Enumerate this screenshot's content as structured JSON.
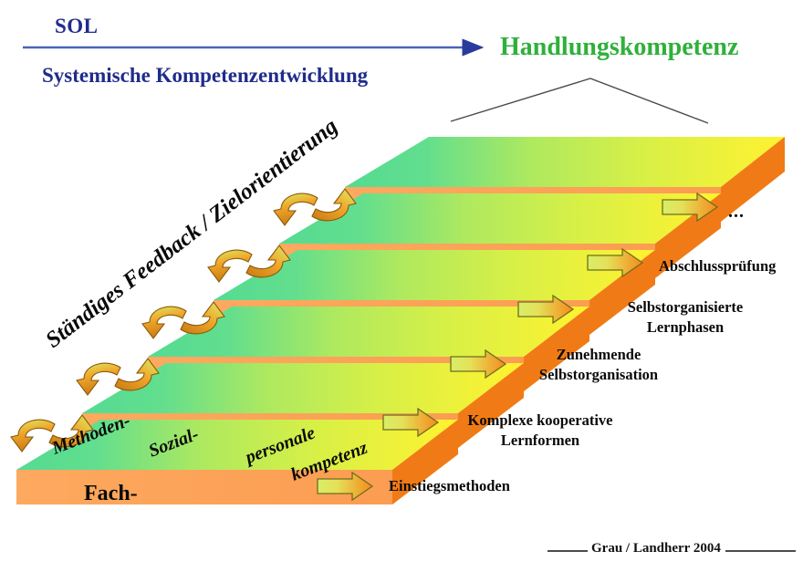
{
  "header": {
    "sol": "SOL",
    "subtitle": "Systemische Kompetenzentwicklung",
    "goal": "Handlungskompetenz"
  },
  "side_label": "Ständiges Feedback / Zielorientierung",
  "competence_top": [
    "Methoden-",
    "Sozial-",
    "personale",
    "kompetenz"
  ],
  "competence_front": "Fach-",
  "steps": [
    {
      "label": "Einstiegsmethoden"
    },
    {
      "label": "Komplexe kooperative\nLernformen"
    },
    {
      "label": "Zunehmende\nSelbstorganisation"
    },
    {
      "label": "Selbstorganisierte\nLernphasen"
    },
    {
      "label": "Abschlussprüfung"
    },
    {
      "label": "..."
    }
  ],
  "step_labels": {
    "s0": "Einstiegsmethoden",
    "s1_line1": "Komplexe kooperative",
    "s1_line2": "Lernformen",
    "s2_line1": "Zunehmende",
    "s2_line2": "Selbstorganisation",
    "s3_line1": "Selbstorganisierte",
    "s3_line2": "Lernphasen",
    "s4": "Abschlussprüfung",
    "s5": "..."
  },
  "credit": "Grau / Landherr 2004",
  "colors": {
    "title_blue": "#1F2C8C",
    "goal_green": "#2FB03B",
    "step_top_green": "#5FDC94",
    "step_top_yellow": "#FFF23A",
    "step_front_orange": "#FCA35C",
    "step_side_orange": "#F07B16",
    "arrow_outline": "#6B6B1E",
    "cycle_arrow": "#D4881A",
    "text_black": "#0A0A0A"
  }
}
